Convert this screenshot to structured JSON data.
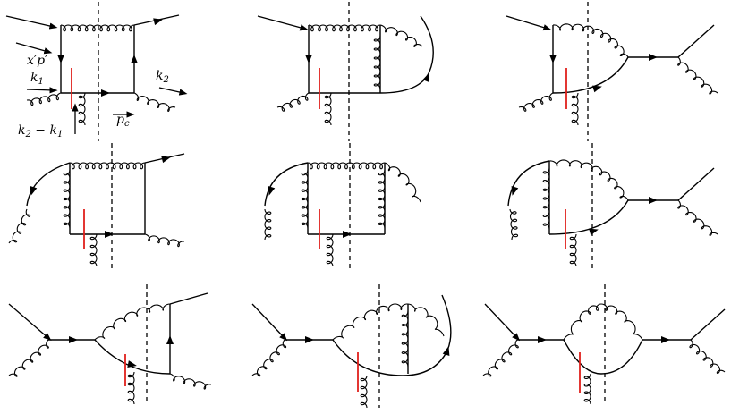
{
  "figure": {
    "labels": {
      "xp": "x′p′",
      "k1": "k",
      "k1_sub": "1",
      "k2": "k",
      "k2_sub": "2",
      "k2_minus_k1": "k",
      "k2_minus_k1_sub_a": "2",
      "k2_minus_k1_mid": " − k",
      "k2_minus_k1_sub_b": "1",
      "pc": "p",
      "pc_sub": "c"
    },
    "colors": {
      "line": "#000000",
      "cut": "#000000",
      "vertex_marker": "#e0201b"
    },
    "diagram_count": 9
  }
}
